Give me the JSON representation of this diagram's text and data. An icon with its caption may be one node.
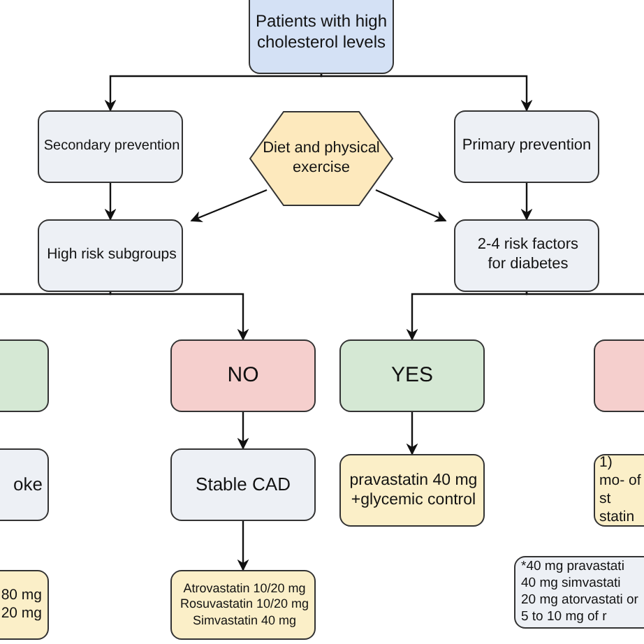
{
  "diagram": {
    "nodes": [
      {
        "text": [
          "Patients with high cholesterol levels"
        ]
      },
      {
        "text": [
          "Secondary prevention"
        ]
      },
      {
        "text": [
          "Diet and physical exercise"
        ]
      },
      {
        "text": [
          "Primary prevention"
        ]
      },
      {
        "text": [
          "High risk subgroups"
        ]
      },
      {
        "text": [
          "2-4 risk factors for diabetes"
        ]
      },
      {
        "text": [],
        "shape": "box"
      },
      {
        "text": [
          "NO"
        ]
      },
      {
        "text": [
          "YES"
        ]
      },
      {
        "text": [],
        "shape": "box"
      },
      {
        "text": [
          "oke"
        ]
      },
      {
        "text": [
          "Stable CAD"
        ]
      },
      {
        "text": [
          "pravastatin 40 mg +glycemic control"
        ]
      },
      {
        "text": [
          "1) mo- of st statin"
        ]
      },
      {
        "text": [
          "80 mg 20 mg"
        ]
      },
      {
        "text": [
          "Atrovastatin 10/20 mg Rosuvastatin 10/20 mg Simvastatin 40 mg"
        ]
      },
      {
        "text": [
          "*40 mg pravastati 40 mg simvastati 20 mg atorvastati or 5 to 10 mg of r"
        ]
      }
    ],
    "edges": [
      {
        "from": 0,
        "to": 1,
        "arrow": "to"
      },
      {
        "from": 0,
        "to": 3,
        "arrow": "to"
      },
      {
        "from": 1,
        "to": 4,
        "arrow": "to"
      },
      {
        "from": 2,
        "to": 4,
        "arrow": "to"
      },
      {
        "from": 2,
        "to": 5,
        "arrow": "to"
      },
      {
        "from": 3,
        "to": 5,
        "arrow": "to"
      },
      {
        "from": 4,
        "to": 6,
        "arrow": "to"
      },
      {
        "from": 4,
        "to": 7,
        "arrow": "to"
      },
      {
        "from": 5,
        "to": 8,
        "arrow": "to"
      },
      {
        "from": 5,
        "to": 9,
        "arrow": "to"
      },
      {
        "from": 7,
        "to": 11,
        "arrow": "to"
      },
      {
        "from": 8,
        "to": 12,
        "arrow": "to"
      },
      {
        "from": 11,
        "to": 15,
        "arrow": "to"
      }
    ]
  }
}
